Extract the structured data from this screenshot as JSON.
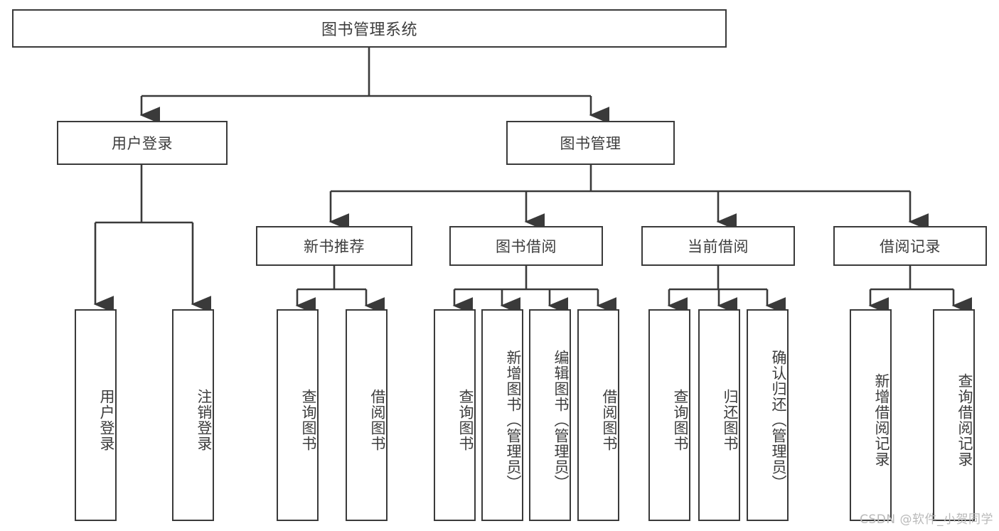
{
  "diagram": {
    "type": "hierarchy-tree",
    "title": "图书管理系统",
    "watermark": "CSDN @软件_小贺同学",
    "colors": {
      "stroke": "#3a3a3a",
      "fill": "#ffffff",
      "text": "#3d3d3d",
      "watermark": "#b9b9b9"
    },
    "nodes": {
      "root": {
        "label": "图书管理系统"
      },
      "level2": [
        {
          "id": "user-login",
          "label": "用户登录"
        },
        {
          "id": "book-manage",
          "label": "图书管理"
        }
      ],
      "level3": [
        {
          "id": "new-book-recommend",
          "label": "新书推荐"
        },
        {
          "id": "book-borrow",
          "label": "图书借阅"
        },
        {
          "id": "current-borrow",
          "label": "当前借阅"
        },
        {
          "id": "borrow-record",
          "label": "借阅记录"
        }
      ],
      "leaves": {
        "user-login": [
          {
            "id": "leaf-user-login",
            "label": "用户登录"
          },
          {
            "id": "leaf-logout-login",
            "label": "注销登录"
          }
        ],
        "new-book-recommend": [
          {
            "id": "leaf-query-book-1",
            "label": "查询图书"
          },
          {
            "id": "leaf-borrow-book-1",
            "label": "借阅图书"
          }
        ],
        "book-borrow": [
          {
            "id": "leaf-query-book-2",
            "label": "查询图书"
          },
          {
            "id": "leaf-add-book",
            "label": "新增图书（管理员）"
          },
          {
            "id": "leaf-edit-book",
            "label": "编辑图书（管理员）"
          },
          {
            "id": "leaf-borrow-book-2",
            "label": "借阅图书"
          }
        ],
        "current-borrow": [
          {
            "id": "leaf-query-book-3",
            "label": "查询图书"
          },
          {
            "id": "leaf-return-book",
            "label": "归还图书"
          },
          {
            "id": "leaf-confirm-return",
            "label": "确认归还（管理员）"
          }
        ],
        "borrow-record": [
          {
            "id": "leaf-add-record",
            "label": "新增借阅记录"
          },
          {
            "id": "leaf-query-record",
            "label": "查询借阅记录"
          }
        ]
      }
    }
  }
}
